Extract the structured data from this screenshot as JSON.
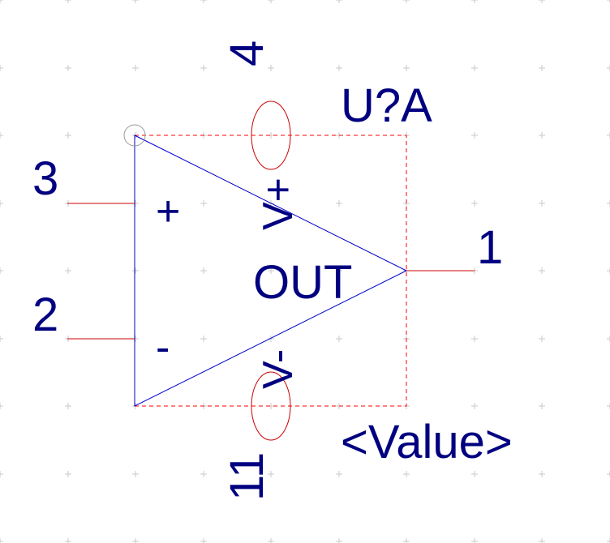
{
  "symbol": {
    "reference": "U?A",
    "value": "<Value>",
    "center_label": "OUT",
    "plus_sign": "+",
    "minus_sign": "-",
    "supply_pos_label": "V+",
    "supply_neg_label": "V-"
  },
  "pins": {
    "noninverting": "3",
    "inverting": "2",
    "output": "1",
    "supply_pos": "4",
    "supply_neg": "11"
  },
  "colors": {
    "grid": "#c8c8c8",
    "body": "#0000cc",
    "pin_wire": "#cc0000",
    "bounding_box": "#ff0000",
    "text": "#000080",
    "origin_marker": "#999999"
  }
}
